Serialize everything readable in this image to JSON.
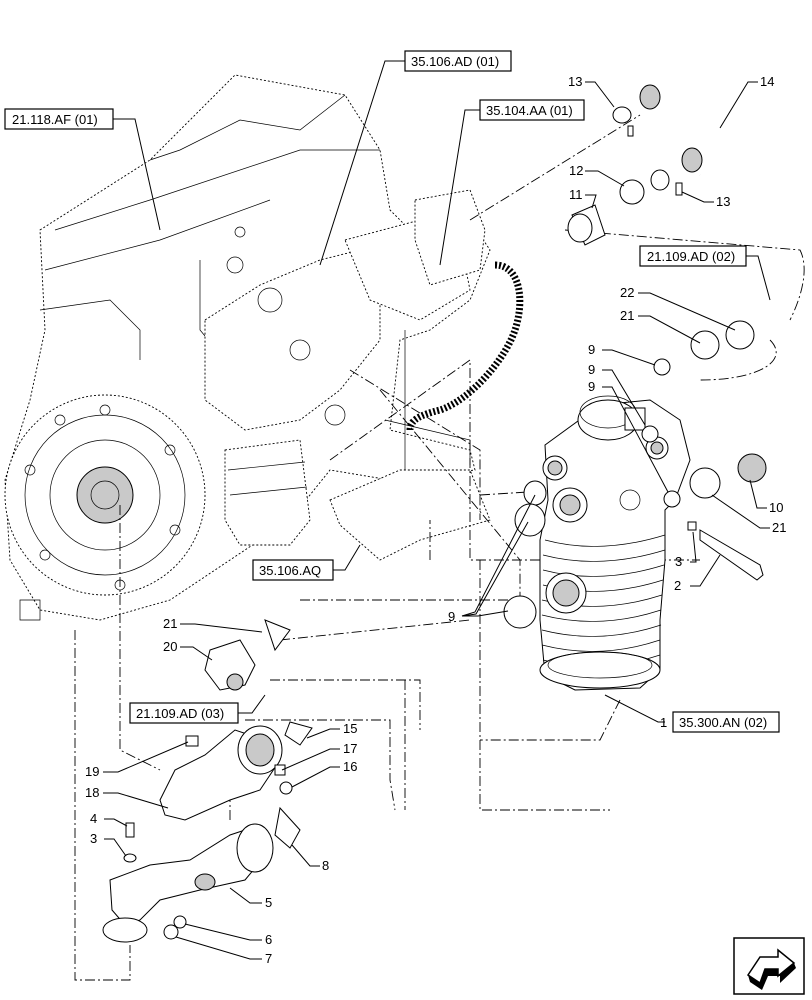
{
  "reference_boxes": {
    "ref_21_118_af_01": "21.118.AF (01)",
    "ref_35_106_ad_01": "35.106.AD (01)",
    "ref_35_104_aa_01": "35.104.AA (01)",
    "ref_21_109_ad_02": "21.109.AD (02)",
    "ref_35_106_aq": "35.106.AQ",
    "ref_21_109_ad_03": "21.109.AD (03)",
    "ref_35_300_an_02": "35.300.AN (02)"
  },
  "callouts": {
    "c13a": "13",
    "c14": "14",
    "c12": "12",
    "c11": "11",
    "c13b": "13",
    "c22": "22",
    "c21a": "21",
    "c9a": "9",
    "c9b": "9",
    "c9c": "9",
    "c10": "10",
    "c21b": "21",
    "c3a": "3",
    "c2": "2",
    "c9d": "9",
    "c1": "1",
    "c21c": "21",
    "c20": "20",
    "c15": "15",
    "c17": "17",
    "c16": "16",
    "c19": "19",
    "c18": "18",
    "c4": "4",
    "c3b": "3",
    "c8": "8",
    "c5": "5",
    "c6": "6",
    "c7": "7"
  },
  "nav": {
    "icon": "next-page-arrow-icon"
  }
}
